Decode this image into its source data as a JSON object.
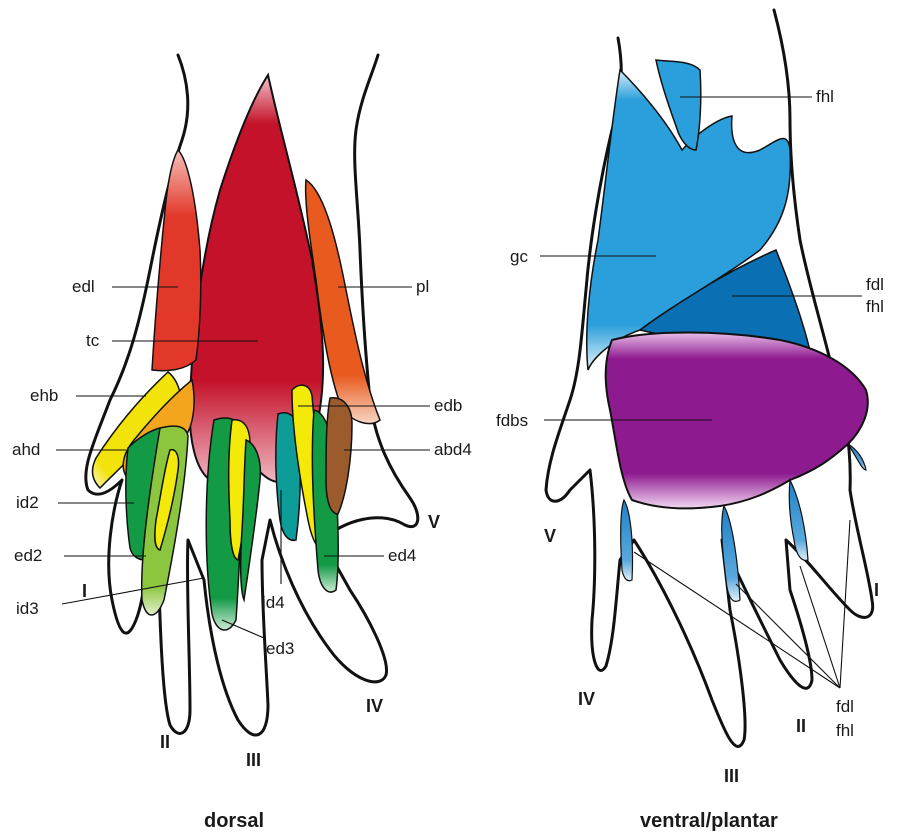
{
  "colors": {
    "tc": "#c4122a",
    "edl": "#e2382a",
    "pl": "#e85a1e",
    "ehb": "#f2e40a",
    "ahd": "#f3a51d",
    "yellow": "#f3ea0a",
    "green_light": "#8cc63f",
    "green_dark": "#139a45",
    "teal": "#0e9c98",
    "brown": "#9b5b2c",
    "gc": "#2b9fdb",
    "fdl_fhl": "#0b6fb3",
    "fdbs": "#8e1a8f"
  },
  "dorsal": {
    "title": "dorsal",
    "labels": {
      "edl": "edl",
      "tc": "tc",
      "pl": "pl",
      "ehb": "ehb",
      "ahd": "ahd",
      "id2": "id2",
      "ed2": "ed2",
      "id3": "id3",
      "ed3": "ed3",
      "id4": "id4",
      "ed4": "ed4",
      "edb": "edb",
      "abd4": "abd4"
    },
    "digits": {
      "I": "I",
      "II": "II",
      "III": "III",
      "IV": "IV",
      "V": "V"
    }
  },
  "ventral": {
    "title": "ventral/plantar",
    "labels": {
      "fhl_top": "fhl",
      "gc": "gc",
      "fdl": "fdl",
      "fhl": "fhl",
      "fdbs": "fdbs",
      "fdl_bottom": "fdl",
      "fhl_bottom": "fhl"
    },
    "digits": {
      "I": "I",
      "II": "II",
      "III": "III",
      "IV": "IV",
      "V": "V"
    }
  }
}
